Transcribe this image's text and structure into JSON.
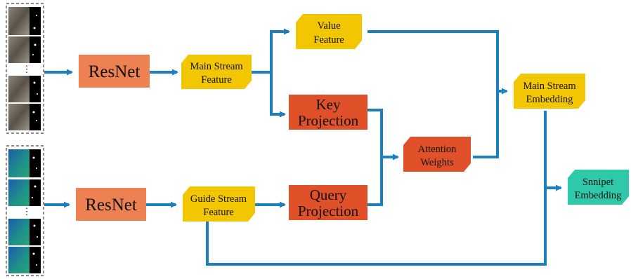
{
  "colors": {
    "resnet": "#ee8152",
    "projection": "#e0512a",
    "feature": "#f2c600",
    "snippet": "#2ec9a8",
    "arrow": "#1b7fc0"
  },
  "main_stream": {
    "resnet_label": "ResNet",
    "feature_label": [
      "Main Stream",
      "Feature"
    ]
  },
  "guide_stream": {
    "resnet_label": "ResNet",
    "feature_label": [
      "Guide Stream",
      "Feature"
    ]
  },
  "value_feature": [
    "Value",
    "Feature"
  ],
  "key_projection": [
    "Key",
    "Projection"
  ],
  "query_projection": [
    "Query",
    "Projection"
  ],
  "attention_weights": [
    "Attention",
    "Weights"
  ],
  "main_stream_embedding": [
    "Main Stream",
    "Embedding"
  ],
  "snippet_embedding": [
    "Snnipet",
    "Embedding"
  ],
  "frames": {
    "main_ellipsis": "⋮",
    "guide_ellipsis": "⋮"
  }
}
